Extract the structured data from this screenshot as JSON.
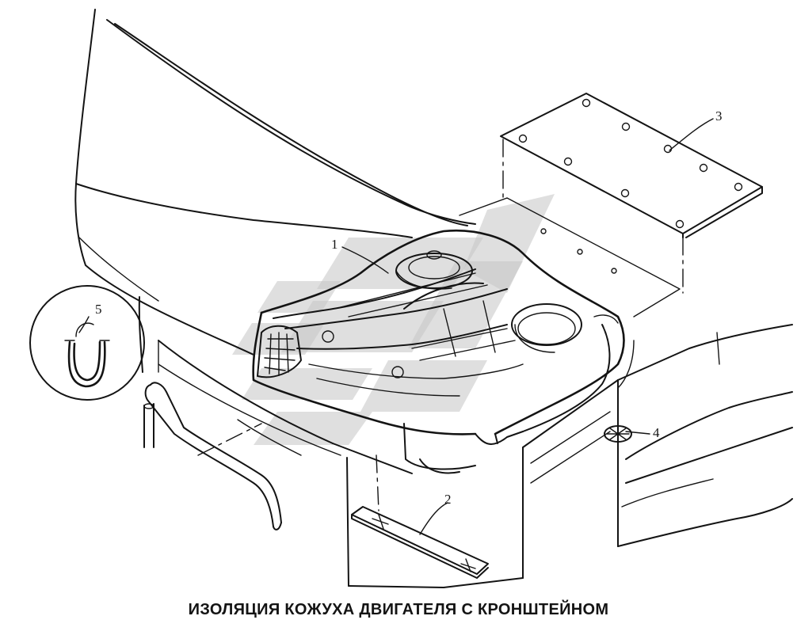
{
  "caption": "ИЗОЛЯЦИЯ КОЖУХА ДВИГАТЕЛЯ С КРОНШТЕЙНОМ",
  "callouts": [
    {
      "id": "1",
      "label": "1"
    },
    {
      "id": "2",
      "label": "2"
    },
    {
      "id": "3",
      "label": "3"
    },
    {
      "id": "4",
      "label": "4"
    },
    {
      "id": "5",
      "label": "5"
    }
  ]
}
